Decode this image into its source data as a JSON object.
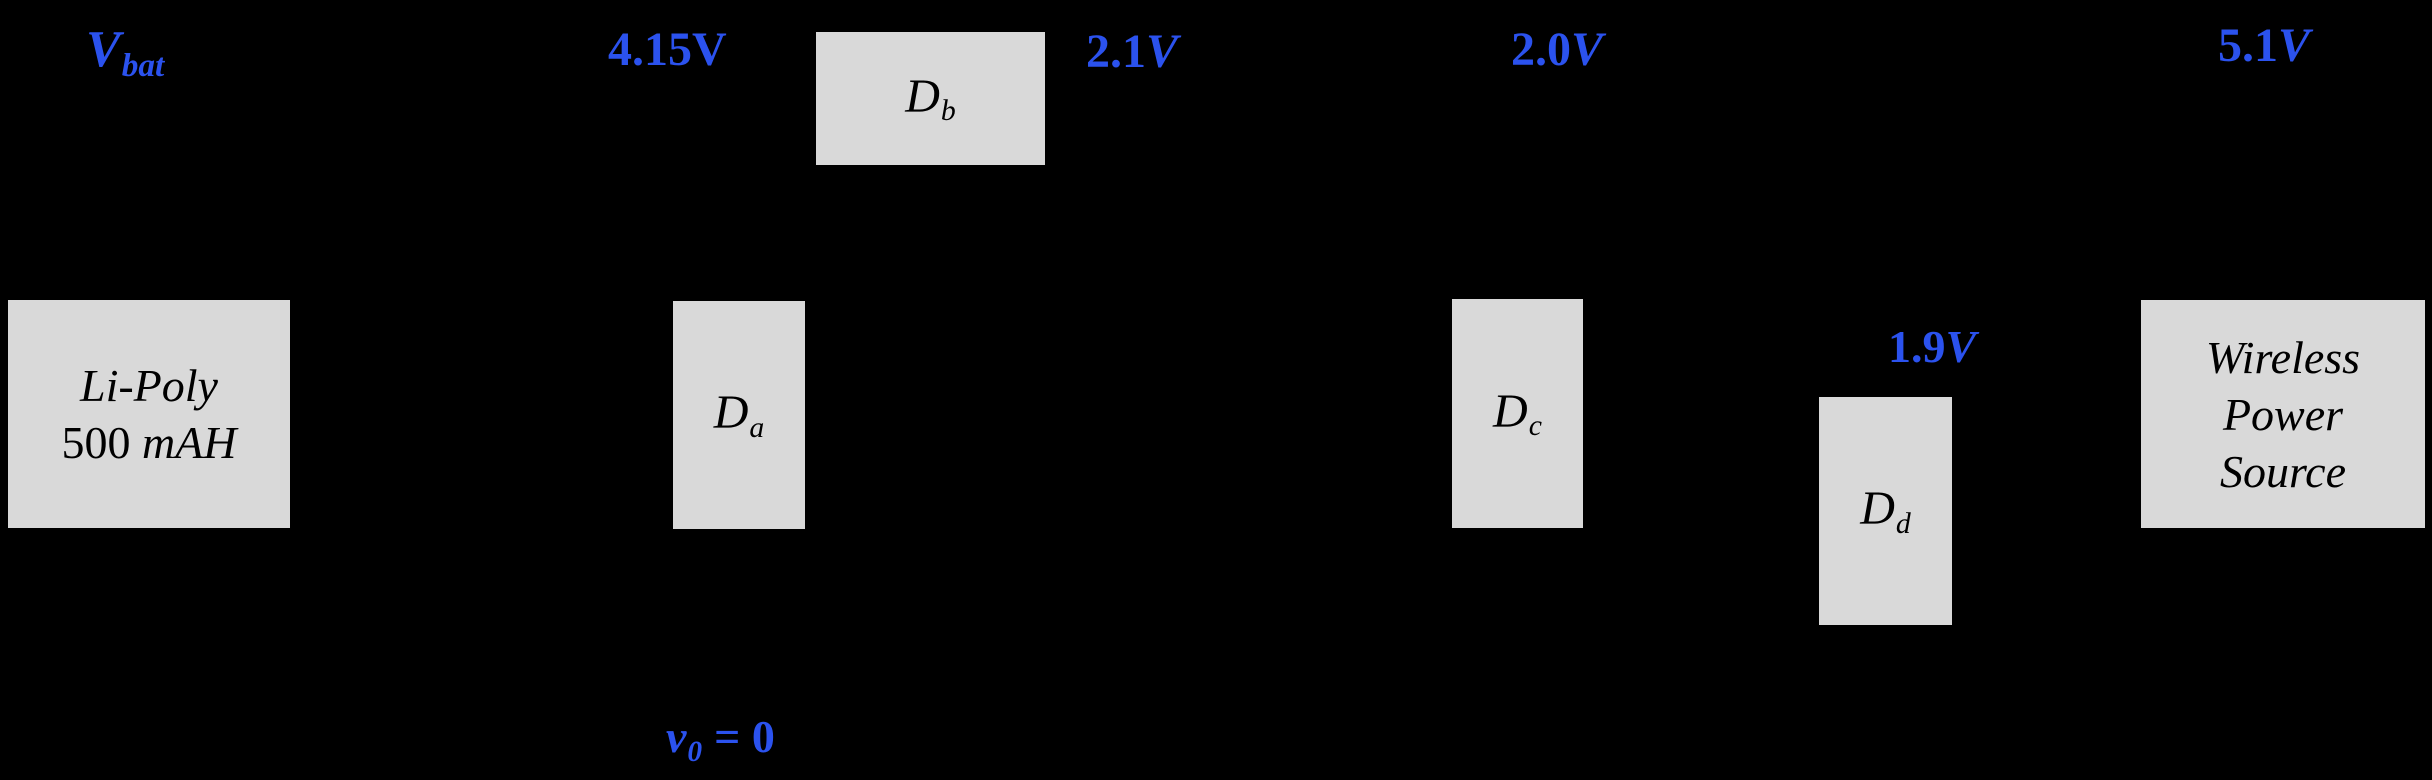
{
  "colors": {
    "background": "#000000",
    "box_fill": "#d9d9d9",
    "box_text": "#000000",
    "annotation_blue": "#2b52ee"
  },
  "blocks": {
    "battery": {
      "chemistry": "Li-Poly",
      "capacity_value": "500",
      "capacity_unit": "mAH"
    },
    "diode_a": {
      "symbol": "D",
      "subscript": "a"
    },
    "diode_b": {
      "symbol": "D",
      "subscript": "b"
    },
    "diode_c": {
      "symbol": "D",
      "subscript": "c"
    },
    "diode_d": {
      "symbol": "D",
      "subscript": "d"
    },
    "wireless_source": {
      "line1": "Wireless",
      "line2": "Power",
      "line3": "Source"
    }
  },
  "voltages": {
    "v_bat": {
      "symbol": "V",
      "subscript": "bat"
    },
    "node_a": {
      "value": "4.15",
      "unit": "V"
    },
    "node_b": {
      "value": "2.1",
      "unit": "V"
    },
    "node_c": {
      "value": "2.0",
      "unit": "V"
    },
    "node_d": {
      "value": "1.9",
      "unit": "V"
    },
    "node_output": {
      "value": "5.1",
      "unit": "V"
    },
    "ground_node": {
      "symbol": "v",
      "subscript": "0",
      "equation_rest": "= 0"
    }
  }
}
